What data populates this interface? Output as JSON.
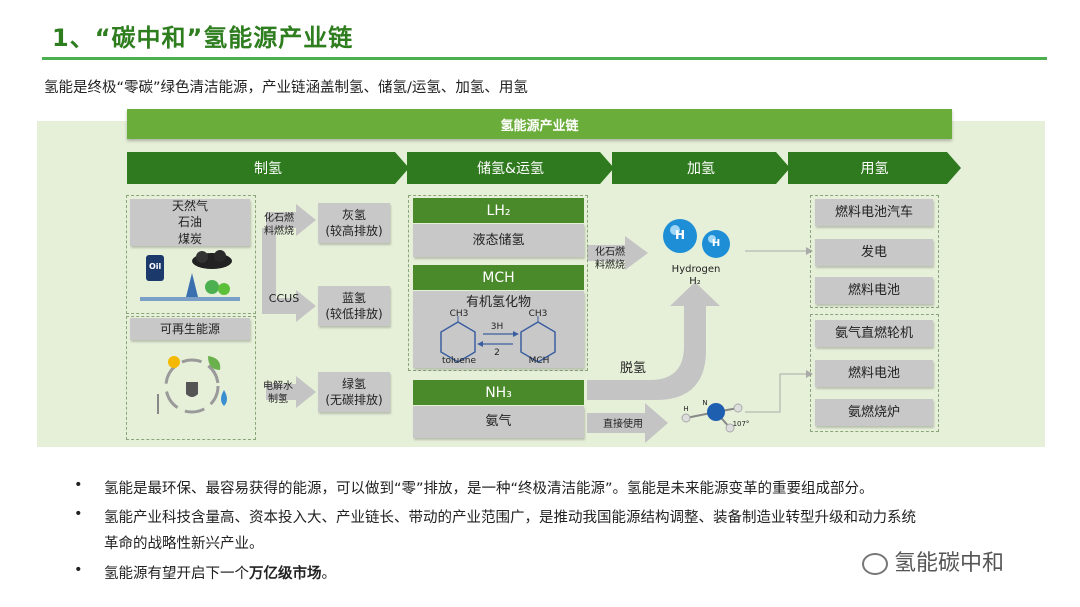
{
  "title": "1、“碳中和”氢能源产业链",
  "subtitle": "氢能是终极“零碳”绿色清洁能源，产业链涵盖制氢、储氢/运氢、加氢、用氢",
  "chain_title": "氢能源产业链",
  "stages": [
    "制氢",
    "储氢&运氢",
    "加氢",
    "用氢"
  ],
  "production": {
    "fossil_label": "天然气\n石油\n煤炭",
    "oil_text": "Oil",
    "renewable_label": "可再生能源",
    "fossil_burn": "化石燃\n料燃烧",
    "ccus": "CCUS",
    "electrolysis": "电解水\n制氢",
    "grey": "灰氢\n(较高排放)",
    "blue": "蓝氢\n(较低排放)",
    "green": "绿氢\n(无碳排放)"
  },
  "storage": {
    "lh2": "LH₂",
    "lh2_desc": "液态储氢",
    "mch": "MCH",
    "mch_desc": "有机氢化物",
    "ch3_left": "CH3",
    "ch3_right": "CH3",
    "arrow_top": "3H",
    "arrow_bottom": "2",
    "toluene": "toluene",
    "mch_mol": "MCH",
    "nh3": "NH₃",
    "nh3_desc": "氨气"
  },
  "refuel": {
    "fossil_burn": "化石燃\n料燃烧",
    "hydrogen_label": "Hydrogen",
    "h2": "H₂",
    "dehydro": "脱氢",
    "direct_use": "直接使用",
    "h_letter": "H",
    "n_letter": "N",
    "angle": "107°"
  },
  "usage_group1": [
    "燃料电池汽车",
    "发电",
    "燃料电池"
  ],
  "usage_group2": [
    "氨气直燃轮机",
    "燃料电池",
    "氨燃烧炉"
  ],
  "bullets": [
    {
      "pre": "氢能是最环保、最容易获得的能源，可以做到“零”排放，是一种“终极清洁能源”。氢能是未来能源变革的重要组成部分。",
      "bold": "",
      "post": ""
    },
    {
      "pre": "氢能产业科技含量高、资本投入大、产业链长、带动的产业范围广，是推动我国能源结构调整、装备制造业转型升级和动力系统",
      "bold": "",
      "post": ""
    },
    {
      "pre": "革命的战略性新兴产业。",
      "bold": "",
      "post": ""
    },
    {
      "pre": "氢能源有望开启下一个",
      "bold": "万亿级市场",
      "post": "。"
    }
  ],
  "bullet_char": "•",
  "watermark": "氢能碳中和",
  "colors": {
    "dark_green": "#2f7a1e",
    "mid_green": "#6aad3a",
    "panel": "#e6f0d9",
    "grey_box": "#c8c8c8",
    "arrow_grey": "#c4c4c4"
  }
}
